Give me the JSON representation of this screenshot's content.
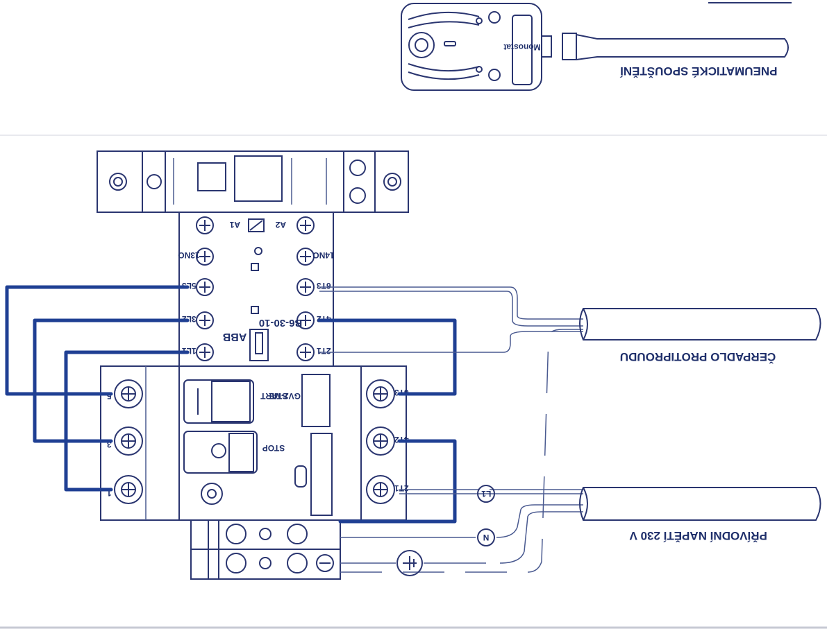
{
  "labels": {
    "pneumatic": "PNEUMATICKÉ SPOUŠTĚNÍ",
    "pump": "ČERPADLO PROTIPROUDU",
    "supply": "PŘÍVODNÍ NAPĚTÍ 230 V",
    "monostat": "Monostat",
    "contactor_brand": "ABB",
    "contactor_model": "B6-30-10",
    "start": "START",
    "stop": "STOP",
    "gv_model": "GV2-ME",
    "l1": "L1",
    "n": "N",
    "a1": "A1",
    "a2": "A2",
    "left_terms": [
      "1L1",
      "3L2",
      "5L3",
      "13NO"
    ],
    "right_terms": [
      "2T1",
      "4T2",
      "6T3",
      "14NO"
    ],
    "breaker_left": [
      "1",
      "3",
      "5"
    ],
    "breaker_right": [
      "2T1",
      "4T2",
      "6T3"
    ]
  },
  "colors": {
    "wire": "#1f3f93",
    "ink": "#1f2f6b"
  }
}
